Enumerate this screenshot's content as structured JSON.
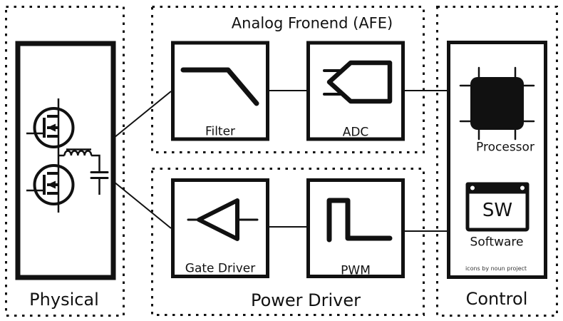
{
  "colors": {
    "ink": "#111111",
    "background": "#ffffff"
  },
  "sections": {
    "physical": {
      "label": "Physical",
      "icon": "mosfet-half-bridge-circuit"
    },
    "afe": {
      "title": "Analog Fronend (AFE)",
      "blocks": {
        "filter": {
          "label": "Filter",
          "icon": "low-pass-filter-curve"
        },
        "adc": {
          "label": "ADC",
          "icon": "adc-converter-pentagon"
        }
      }
    },
    "power_driver": {
      "label": "Power Driver",
      "blocks": {
        "gate_driver": {
          "label": "Gate Driver",
          "icon": "amplifier-triangle"
        },
        "pwm": {
          "label": "PWM",
          "icon": "pulse-waveform"
        }
      }
    },
    "control": {
      "label": "Control",
      "blocks": {
        "processor": {
          "label": "Processor",
          "icon": "processor-chip"
        },
        "software": {
          "label": "Software",
          "icon": "software-window",
          "icon_text": "SW"
        }
      },
      "credit": "icons by noun project"
    }
  }
}
